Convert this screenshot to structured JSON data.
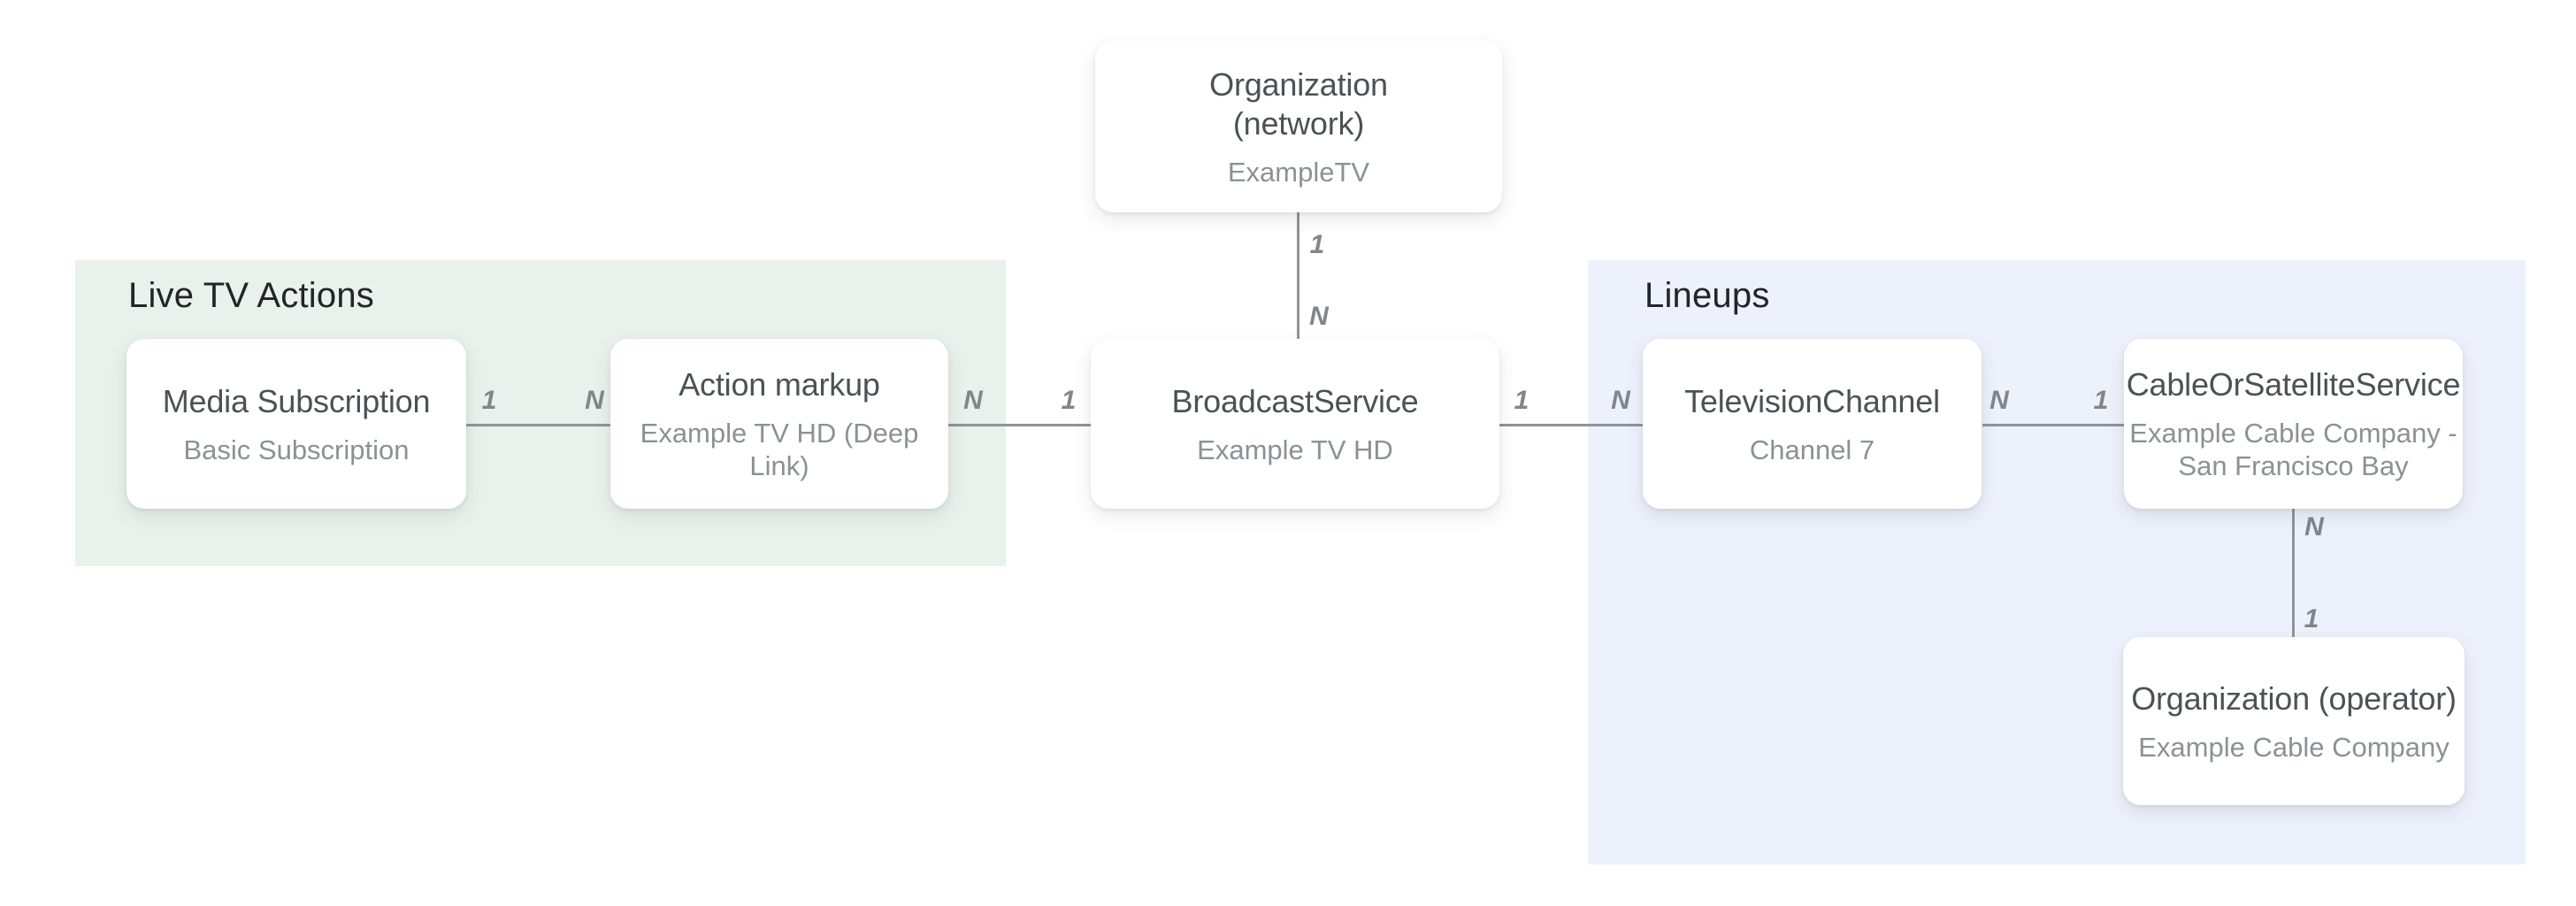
{
  "diagram": {
    "regions": [
      {
        "name": "Live TV Actions",
        "color": "#e8f1eb"
      },
      {
        "name": "Lineups",
        "color": "#edf1fb"
      }
    ],
    "nodes": [
      {
        "type": "Organization (network)",
        "title_lines": [
          "Organization",
          "(network)"
        ],
        "subtitle_lines": [
          "ExampleTV"
        ]
      },
      {
        "type": "Media Subscription",
        "title_lines": [
          "Media Subscription"
        ],
        "subtitle_lines": [
          "Basic Subscription"
        ]
      },
      {
        "type": "Action markup",
        "title_lines": [
          "Action markup"
        ],
        "subtitle_lines": [
          "Example TV HD (Deep Link)"
        ]
      },
      {
        "type": "BroadcastService",
        "title_lines": [
          "BroadcastService"
        ],
        "subtitle_lines": [
          "Example TV HD"
        ]
      },
      {
        "type": "TelevisionChannel",
        "title_lines": [
          "TelevisionChannel"
        ],
        "subtitle_lines": [
          "Channel 7"
        ]
      },
      {
        "type": "CableOrSatelliteService",
        "title_lines": [
          "CableOrSatelliteService"
        ],
        "subtitle_lines": [
          "Example Cable Company -",
          "San Francisco Bay"
        ]
      },
      {
        "type": "Organization (operator)",
        "title_lines": [
          "Organization (operator)"
        ],
        "subtitle_lines": [
          "Example Cable Company"
        ]
      }
    ],
    "connectors": [
      {
        "from": "Organization (network)",
        "to": "BroadcastService",
        "from_label": "1",
        "to_label": "N"
      },
      {
        "from": "Media Subscription",
        "to": "Action markup",
        "from_label": "1",
        "to_label": "N"
      },
      {
        "from": "Action markup",
        "to": "BroadcastService",
        "from_label": "N",
        "to_label": "1"
      },
      {
        "from": "BroadcastService",
        "to": "TelevisionChannel",
        "from_label": "1",
        "to_label": "N"
      },
      {
        "from": "TelevisionChannel",
        "to": "CableOrSatelliteService",
        "from_label": "N",
        "to_label": "1"
      },
      {
        "from": "CableOrSatelliteService",
        "to": "Organization (operator)",
        "from_label": "N",
        "to_label": "1"
      }
    ],
    "colors": {
      "region_green": "#e8f1eb",
      "region_blue": "#edf1fb",
      "node_background": "#ffffff",
      "node_title": "#4d5156",
      "node_subtitle": "#8c9196",
      "region_title": "#222527",
      "connector_line": "#8f9499",
      "cardinality_label": "#81868b"
    }
  }
}
